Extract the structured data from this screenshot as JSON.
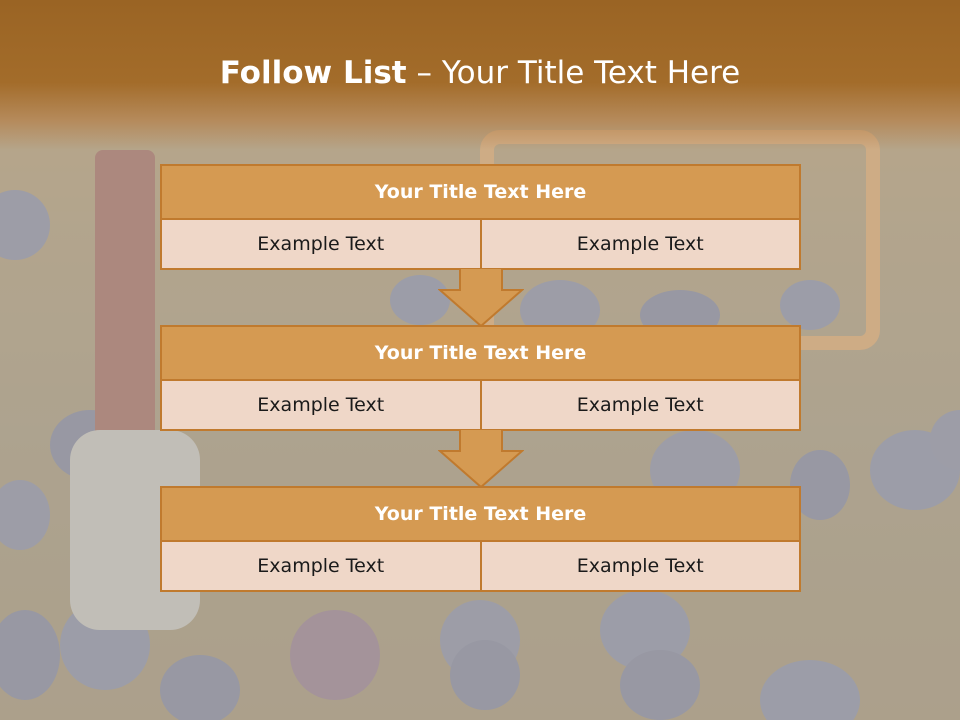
{
  "slide": {
    "title_bold": "Follow List",
    "title_rest": " – Your Title Text Here"
  },
  "blocks": [
    {
      "title": "Your Title Text Here",
      "left": "Example Text",
      "right": "Example Text"
    },
    {
      "title": "Your Title Text Here",
      "left": "Example Text",
      "right": "Example Text"
    },
    {
      "title": "Your Title Text Here",
      "left": "Example Text",
      "right": "Example Text"
    }
  ],
  "colors": {
    "header_brown": "#9a6424",
    "title_fill": "#d59a52",
    "border": "#c07a2e",
    "cell_fill": "#efd7c8",
    "arrow_fill": "#d59a52"
  }
}
